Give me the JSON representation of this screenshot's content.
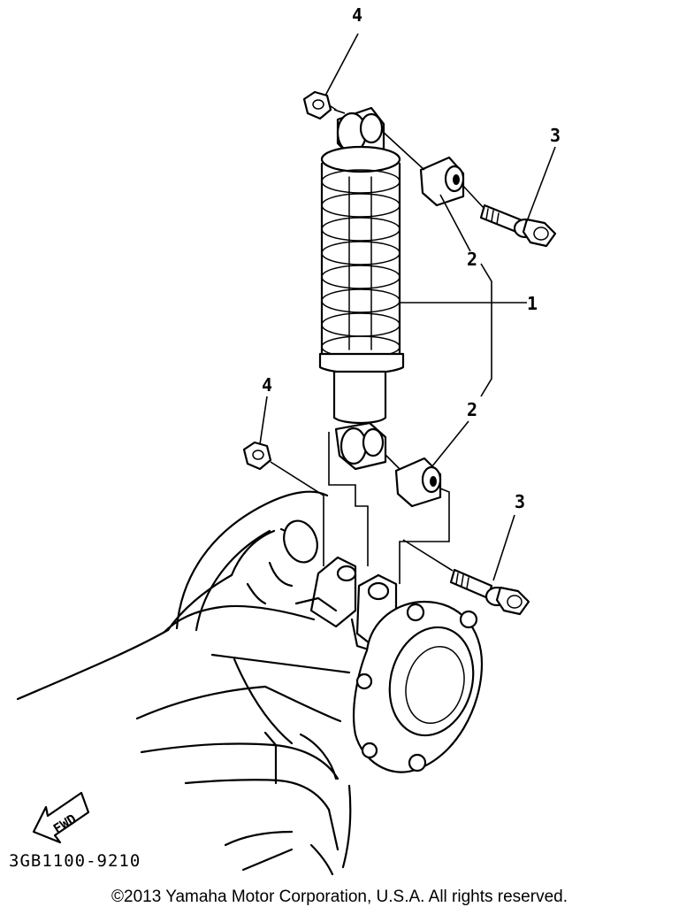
{
  "callouts": {
    "c1": "1",
    "c2a": "2",
    "c2b": "2",
    "c3a": "3",
    "c3b": "3",
    "c4a": "4",
    "c4b": "4"
  },
  "fwd_label": "FWD",
  "diagram_code": "3GB1100-9210",
  "copyright": "©2013 Yamaha Motor Corporation, U.S.A. All rights reserved."
}
